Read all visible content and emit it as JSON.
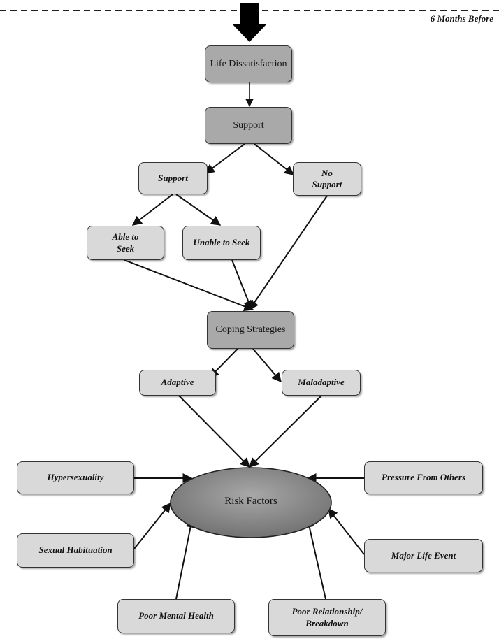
{
  "timeline": {
    "label": "6 Months Before"
  },
  "nodes": {
    "life_dissatisfaction": "Life Dissatisfaction",
    "support": "Support",
    "support_yes": "Support",
    "no_support": "No Support",
    "able_to_seek": "Able to Seek",
    "unable_to_seek": "Unable to Seek",
    "coping_strategies": "Coping Strategies",
    "adaptive": "Adaptive",
    "maladaptive": "Maladaptive",
    "risk_factors": "Risk Factors",
    "hypersexuality": "Hypersexuality",
    "pressure_from_others": "Pressure From Others",
    "sexual_habituation": "Sexual Habituation",
    "major_life_event": "Major Life Event",
    "poor_mental_health": "Poor Mental Health",
    "poor_relationship": "Poor Relationship/ Breakdown"
  },
  "colors": {
    "main_box": "#a9a9a9",
    "sub_box": "#d9d9d9",
    "arrow": "#111111"
  }
}
